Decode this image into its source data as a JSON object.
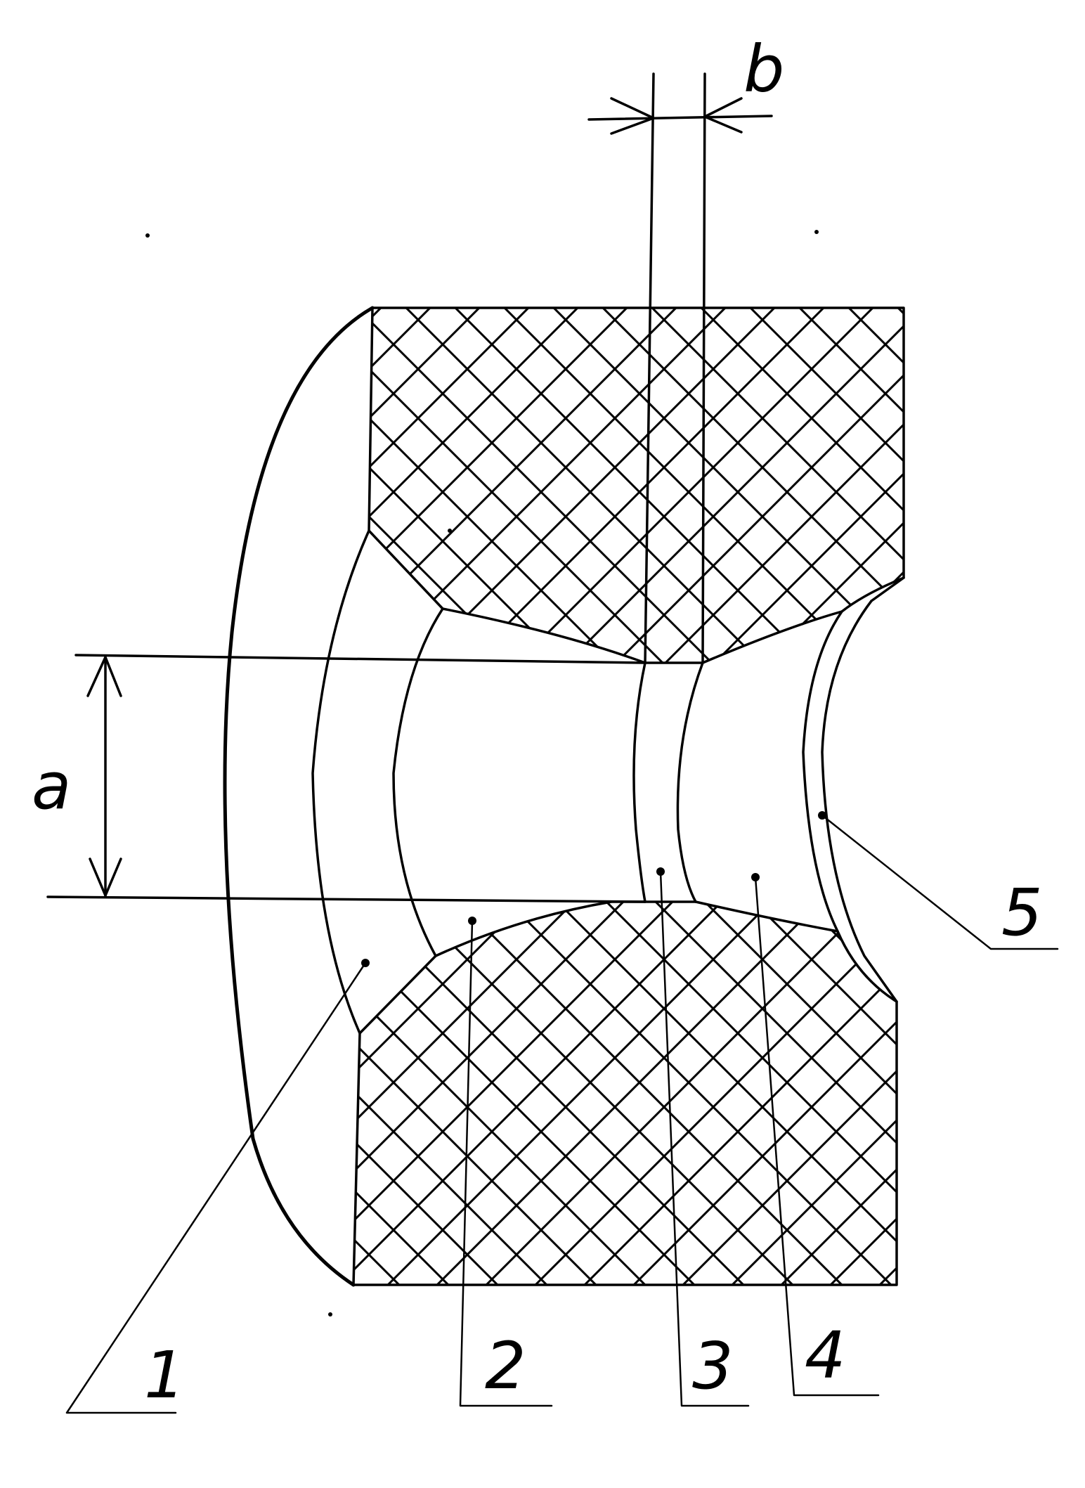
{
  "labels": {
    "part_1": "1",
    "part_2": "2",
    "part_3": "3",
    "part_4": "4",
    "part_5": "5",
    "dim_a": "a",
    "dim_b": "b"
  },
  "colors": {
    "ink": "#000000",
    "paper": "#ffffff"
  }
}
